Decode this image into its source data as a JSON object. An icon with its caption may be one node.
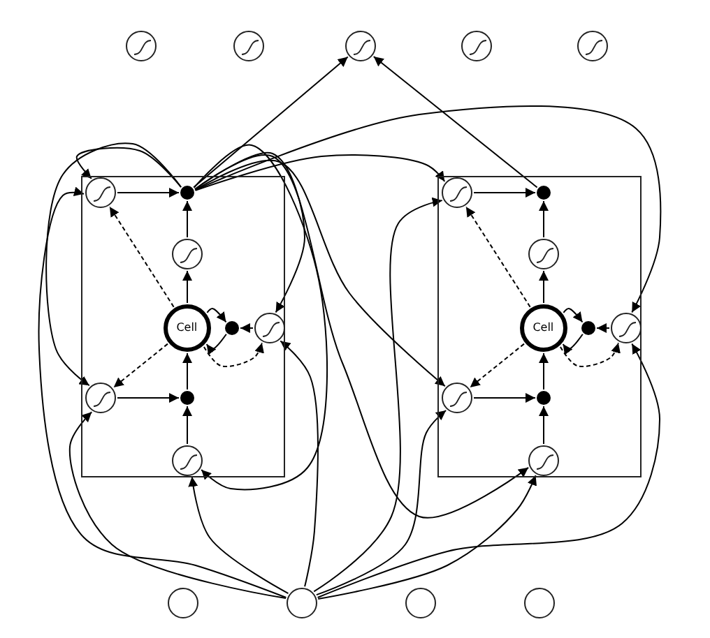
{
  "diagram": {
    "nodes": [
      {
        "text": [],
        "shape": "circle"
      },
      {
        "text": [],
        "shape": "circle"
      },
      {
        "text": [],
        "shape": "circle"
      },
      {
        "text": [],
        "shape": "circle"
      },
      {
        "text": [],
        "shape": "circle"
      },
      {
        "text": [],
        "shape": "box"
      },
      {
        "text": [],
        "shape": "circle",
        "in": 5
      },
      {
        "text": [],
        "shape": "dot",
        "in": 5
      },
      {
        "text": [],
        "shape": "circle",
        "in": 5
      },
      {
        "text": [
          "Cell"
        ],
        "in": 5
      },
      {
        "text": [],
        "shape": "dot",
        "in": 5
      },
      {
        "text": [],
        "shape": "circle",
        "in": 5
      },
      {
        "text": [],
        "shape": "circle",
        "in": 5
      },
      {
        "text": [],
        "shape": "dot",
        "in": 5
      },
      {
        "text": [],
        "shape": "circle",
        "in": 5
      },
      {
        "text": [],
        "shape": "box"
      },
      {
        "text": [],
        "shape": "circle",
        "in": 15
      },
      {
        "text": [],
        "shape": "dot",
        "in": 15
      },
      {
        "text": [],
        "shape": "circle",
        "in": 15
      },
      {
        "text": [
          "Cell"
        ],
        "in": 15
      },
      {
        "text": [],
        "shape": "dot",
        "in": 15
      },
      {
        "text": [],
        "shape": "circle",
        "in": 15
      },
      {
        "text": [],
        "shape": "circle",
        "in": 15
      },
      {
        "text": [],
        "shape": "dot",
        "in": 15
      },
      {
        "text": [],
        "shape": "circle",
        "in": 15
      },
      {
        "text": [],
        "shape": "circle"
      },
      {
        "text": [],
        "shape": "circle"
      },
      {
        "text": [],
        "shape": "circle"
      },
      {
        "text": [],
        "shape": "circle"
      }
    ],
    "edges": [
      {
        "from": 6,
        "to": 7,
        "arrow": "to"
      },
      {
        "from": 8,
        "to": 7,
        "arrow": "to"
      },
      {
        "from": 9,
        "to": 8,
        "arrow": "to"
      },
      {
        "from": 13,
        "to": 9,
        "arrow": "to"
      },
      {
        "from": 14,
        "to": 13,
        "arrow": "to"
      },
      {
        "from": 12,
        "to": 13,
        "arrow": "to"
      },
      {
        "from": 11,
        "to": 10,
        "arrow": "to"
      },
      {
        "from": 9,
        "to": 10,
        "arrow": "to"
      },
      {
        "from": 10,
        "to": 9,
        "arrow": "to"
      },
      {
        "from": 9,
        "to": 6,
        "arrow": "to",
        "style": "dashed"
      },
      {
        "from": 9,
        "to": 12,
        "arrow": "to",
        "style": "dashed"
      },
      {
        "from": 9,
        "to": 11,
        "arrow": "to",
        "style": "dashed"
      },
      {
        "from": 16,
        "to": 17,
        "arrow": "to"
      },
      {
        "from": 18,
        "to": 17,
        "arrow": "to"
      },
      {
        "from": 19,
        "to": 18,
        "arrow": "to"
      },
      {
        "from": 23,
        "to": 19,
        "arrow": "to"
      },
      {
        "from": 24,
        "to": 23,
        "arrow": "to"
      },
      {
        "from": 22,
        "to": 23,
        "arrow": "to"
      },
      {
        "from": 21,
        "to": 20,
        "arrow": "to"
      },
      {
        "from": 19,
        "to": 20,
        "arrow": "to"
      },
      {
        "from": 20,
        "to": 19,
        "arrow": "to"
      },
      {
        "from": 19,
        "to": 16,
        "arrow": "to",
        "style": "dashed"
      },
      {
        "from": 19,
        "to": 22,
        "arrow": "to",
        "style": "dashed"
      },
      {
        "from": 19,
        "to": 21,
        "arrow": "to",
        "style": "dashed"
      },
      {
        "from": 7,
        "to": 2,
        "arrow": "to"
      },
      {
        "from": 17,
        "to": 2,
        "arrow": "to"
      },
      {
        "from": 7,
        "to": 6,
        "arrow": "to"
      },
      {
        "from": 7,
        "to": 12,
        "arrow": "to"
      },
      {
        "from": 7,
        "to": 11,
        "arrow": "to"
      },
      {
        "from": 7,
        "to": 14,
        "arrow": "to"
      },
      {
        "from": 7,
        "to": 16,
        "arrow": "to"
      },
      {
        "from": 7,
        "to": 22,
        "arrow": "to"
      },
      {
        "from": 7,
        "to": 21,
        "arrow": "to"
      },
      {
        "from": 7,
        "to": 24,
        "arrow": "to"
      },
      {
        "from": 26,
        "to": 6,
        "arrow": "to"
      },
      {
        "from": 26,
        "to": 12,
        "arrow": "to"
      },
      {
        "from": 26,
        "to": 11,
        "arrow": "to"
      },
      {
        "from": 26,
        "to": 14,
        "arrow": "to"
      },
      {
        "from": 26,
        "to": 16,
        "arrow": "to"
      },
      {
        "from": 26,
        "to": 22,
        "arrow": "to"
      },
      {
        "from": 26,
        "to": 21,
        "arrow": "to"
      },
      {
        "from": 26,
        "to": 24,
        "arrow": "to"
      }
    ]
  }
}
